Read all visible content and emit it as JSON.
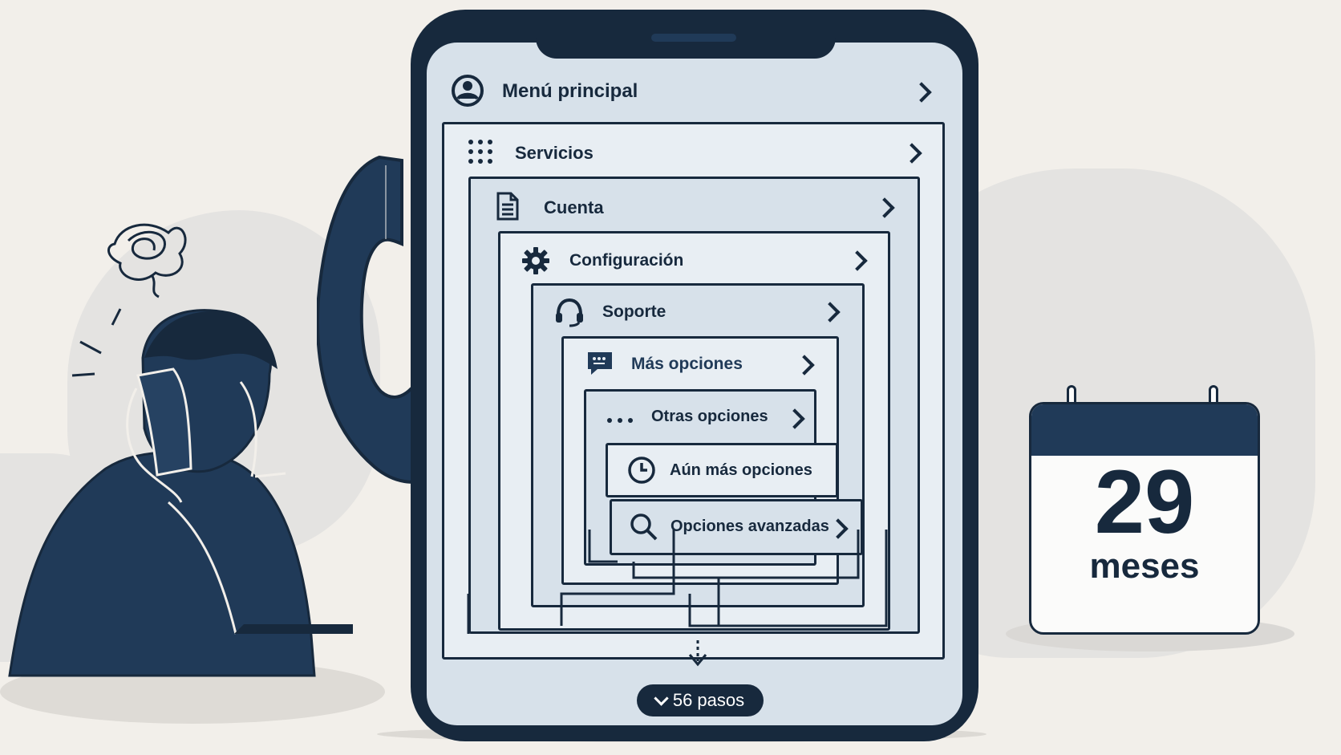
{
  "menu": {
    "items": [
      {
        "label": "Menú principal",
        "icon": "user-circle-icon"
      },
      {
        "label": "Servicios",
        "icon": "grid-icon"
      },
      {
        "label": "Cuenta",
        "icon": "document-icon"
      },
      {
        "label": "Configuración",
        "icon": "gear-icon"
      },
      {
        "label": "Soporte",
        "icon": "headset-icon"
      },
      {
        "label": "Más opciones",
        "icon": "chat-icon"
      },
      {
        "label": "Otras opciones",
        "icon": "more-dots-icon"
      },
      {
        "label": "Aún más opciones",
        "icon": "clock-icon"
      },
      {
        "label": "Opciones avanzadas",
        "icon": "search-icon"
      }
    ]
  },
  "steps": {
    "label": "56 pasos"
  },
  "calendar": {
    "number": "29",
    "unit": "meses"
  },
  "colors": {
    "navy": "#17293d",
    "background": "#f2efea",
    "screen": "#d7e1ea"
  }
}
